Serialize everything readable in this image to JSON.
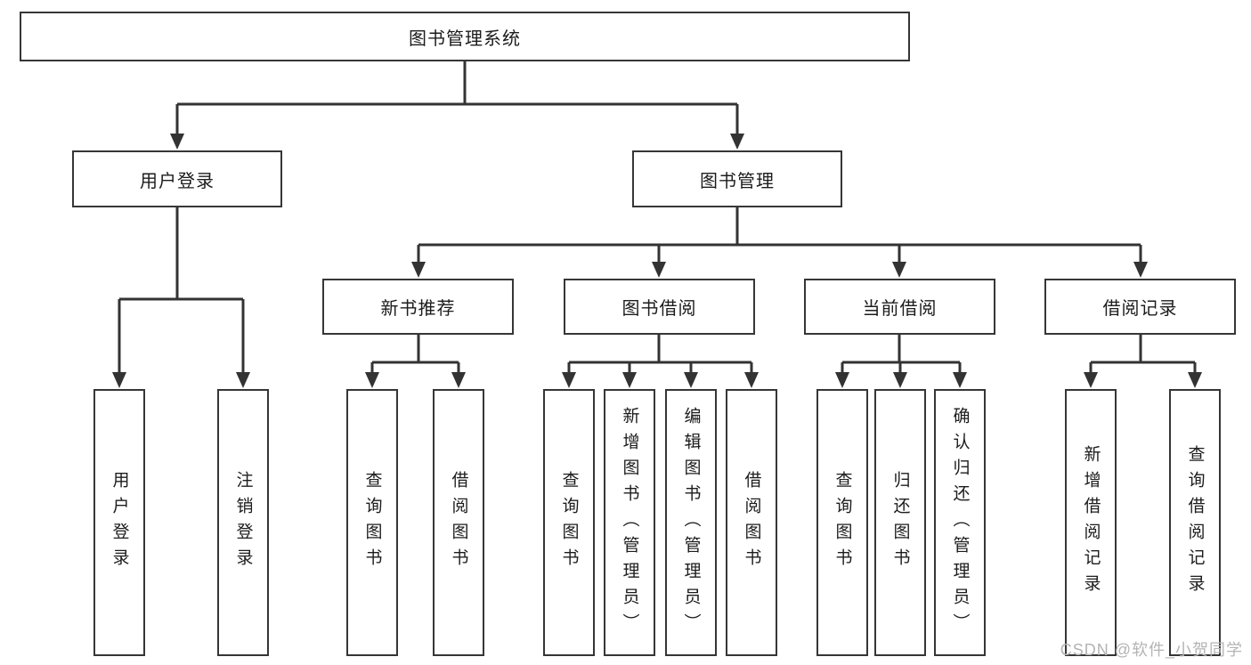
{
  "diagram": {
    "root": {
      "label": "图书管理系统"
    },
    "branches": [
      {
        "label": "用户登录",
        "leaves": [
          "用户登录",
          "注销登录"
        ]
      },
      {
        "label": "图书管理",
        "children": [
          {
            "label": "新书推荐",
            "leaves": [
              "查询图书",
              "借阅图书"
            ]
          },
          {
            "label": "图书借阅",
            "leaves": [
              "查询图书",
              "新增图书（管理员）",
              "编辑图书（管理员）",
              "借阅图书"
            ]
          },
          {
            "label": "当前借阅",
            "leaves": [
              "查询图书",
              "归还图书",
              "确认归还（管理员）"
            ]
          },
          {
            "label": "借阅记录",
            "leaves": [
              "新增借阅记录",
              "查询借阅记录"
            ]
          }
        ]
      }
    ]
  },
  "watermark": {
    "text": "CSDN @软件_小贺同学"
  },
  "colors": {
    "line": "#333333",
    "box_border": "#363636",
    "text": "#1c1c1c",
    "watermark": "#b4b4b4",
    "background": "#ffffff"
  }
}
